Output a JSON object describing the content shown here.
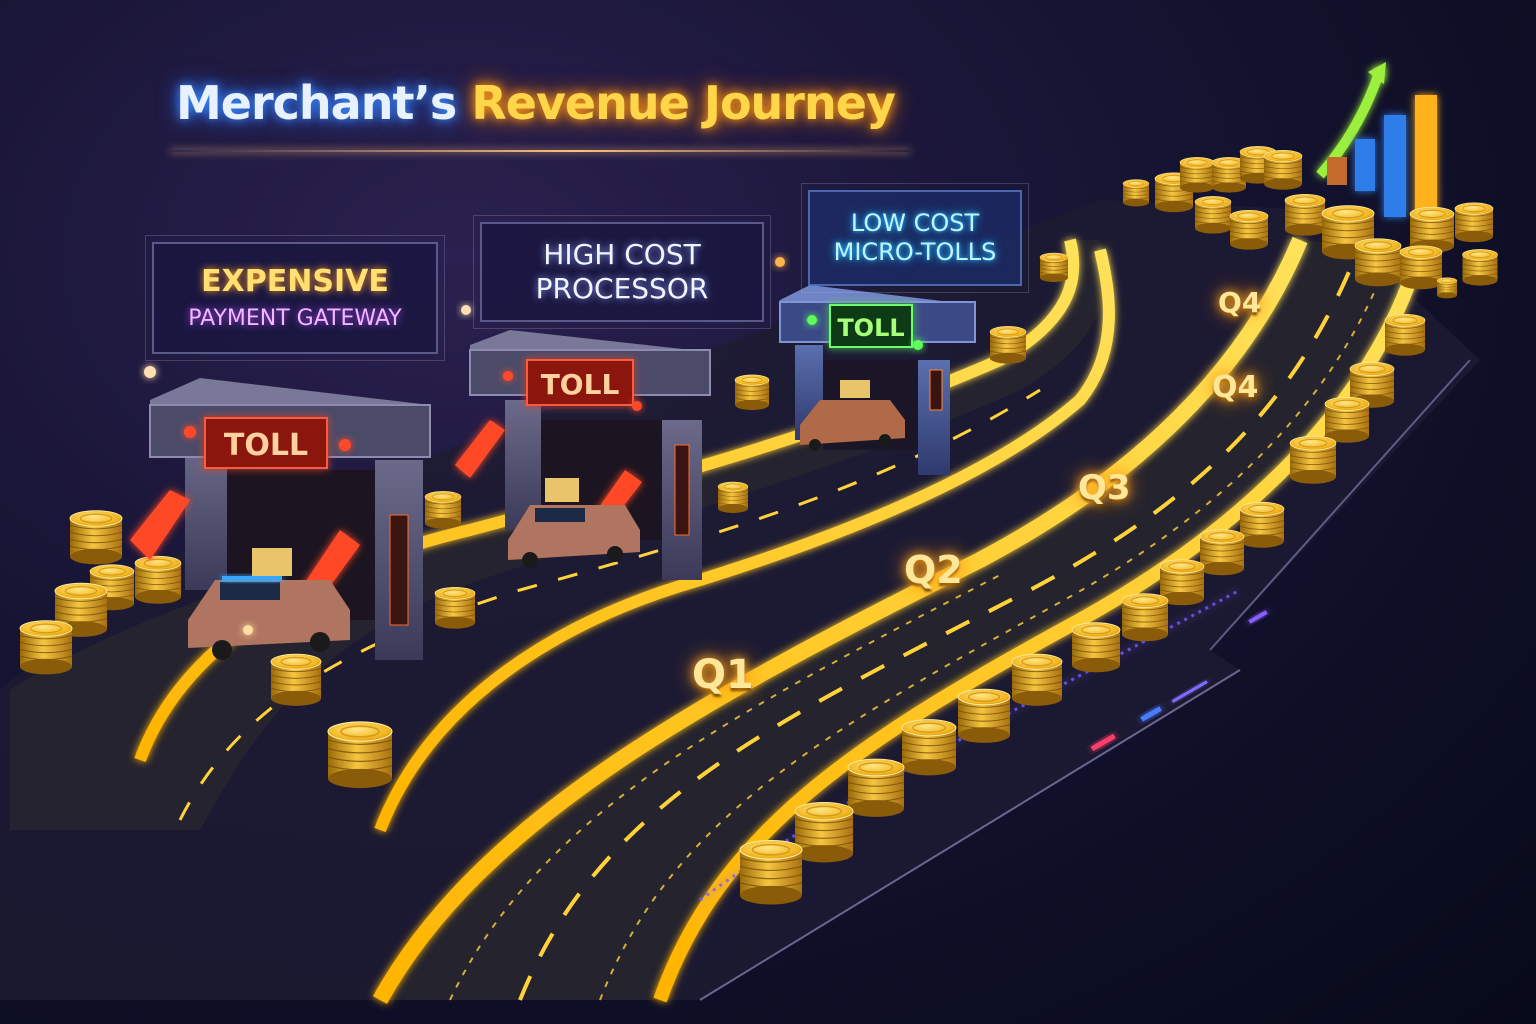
{
  "title": {
    "part1": "Merchant’s",
    "part2": "Revenue Journey"
  },
  "signs": [
    {
      "line1": "EXPENSIVE",
      "line2": "PAYMENT GATEWAY"
    },
    {
      "line1": "HIGH COST",
      "line2": "PROCESSOR"
    },
    {
      "line1": "LOW COST",
      "line2": "MICRO-TOLLS"
    }
  ],
  "toll_booths": [
    {
      "label": "TOLL",
      "color": "#e0281e",
      "state": "expensive"
    },
    {
      "label": "TOLL",
      "color": "#e0281e",
      "state": "high-cost"
    },
    {
      "label": "TOLL",
      "color": "#3ad43a",
      "state": "low-cost"
    }
  ],
  "quarters": [
    "Q1",
    "Q2",
    "Q3",
    "Q4",
    "Q4"
  ],
  "growth_chart": {
    "bars": [
      {
        "color": "#c46a2a",
        "height": 28
      },
      {
        "color": "#2f7de8",
        "height": 52
      },
      {
        "color": "#2f7de8",
        "height": 102
      },
      {
        "color": "#ffb21c",
        "height": 122
      }
    ],
    "arrow_color": "#9cef3c"
  },
  "colors": {
    "road": "#24232e",
    "road_edge": "#ffc21a",
    "coin": "#f2b51e",
    "accent_red": "#e0281e",
    "accent_green": "#3ad43a",
    "accent_blue": "#2f7de8"
  }
}
